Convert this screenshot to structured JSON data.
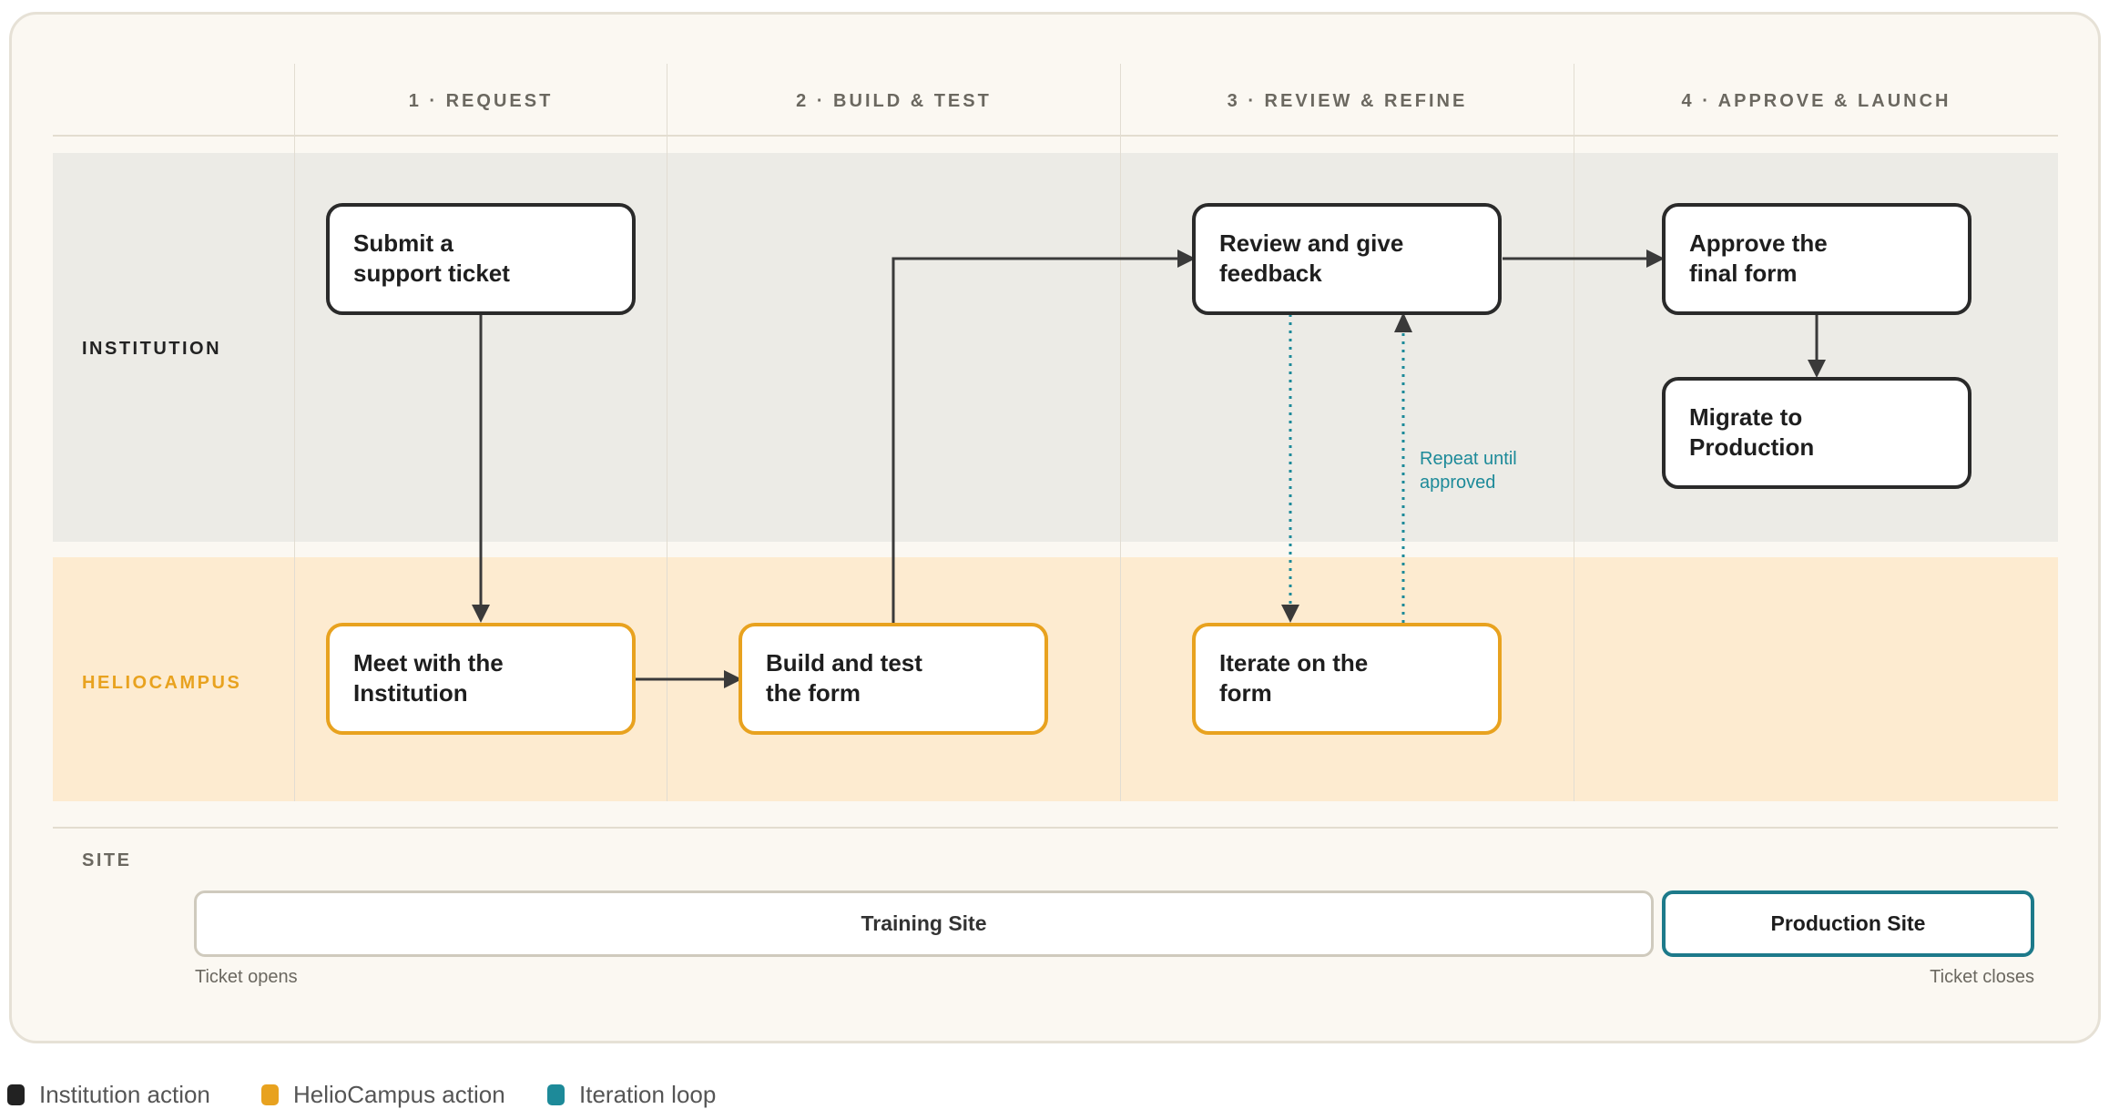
{
  "phases": [
    {
      "label": "1 · REQUEST"
    },
    {
      "label": "2 · BUILD & TEST"
    },
    {
      "label": "3 · REVIEW & REFINE"
    },
    {
      "label": "4 · APPROVE & LAUNCH"
    }
  ],
  "lanes": {
    "institution": {
      "label": "INSTITUTION",
      "color": "#222222"
    },
    "heliocampus": {
      "label": "HELIOCAMPUS",
      "color": "#e8a21f"
    }
  },
  "steps": {
    "submit_ticket": {
      "lines": [
        "Submit a",
        "support ticket"
      ]
    },
    "review_feedback": {
      "lines": [
        "Review and give",
        "feedback"
      ]
    },
    "approve_form": {
      "lines": [
        "Approve the",
        "final form"
      ]
    },
    "migrate": {
      "lines": [
        "Migrate to",
        "Production"
      ]
    },
    "meet": {
      "lines": [
        "Meet with the",
        "Institution"
      ]
    },
    "build": {
      "lines": [
        "Build and test",
        "the form"
      ]
    },
    "iterate": {
      "lines": [
        "Iterate on the",
        "form"
      ]
    }
  },
  "loop_note": {
    "lines": [
      "Repeat until",
      "approved"
    ],
    "color": "#1d8a99"
  },
  "site": {
    "label": "SITE",
    "training": "Training Site",
    "production": "Production Site",
    "start_note": "Ticket opens",
    "end_note": "Ticket closes"
  },
  "legend": [
    {
      "label": "Institution action",
      "color": "#222222"
    },
    {
      "label": "HelioCampus action",
      "color": "#e8a21f"
    },
    {
      "label": "Iteration loop",
      "color": "#1d8a99"
    }
  ]
}
